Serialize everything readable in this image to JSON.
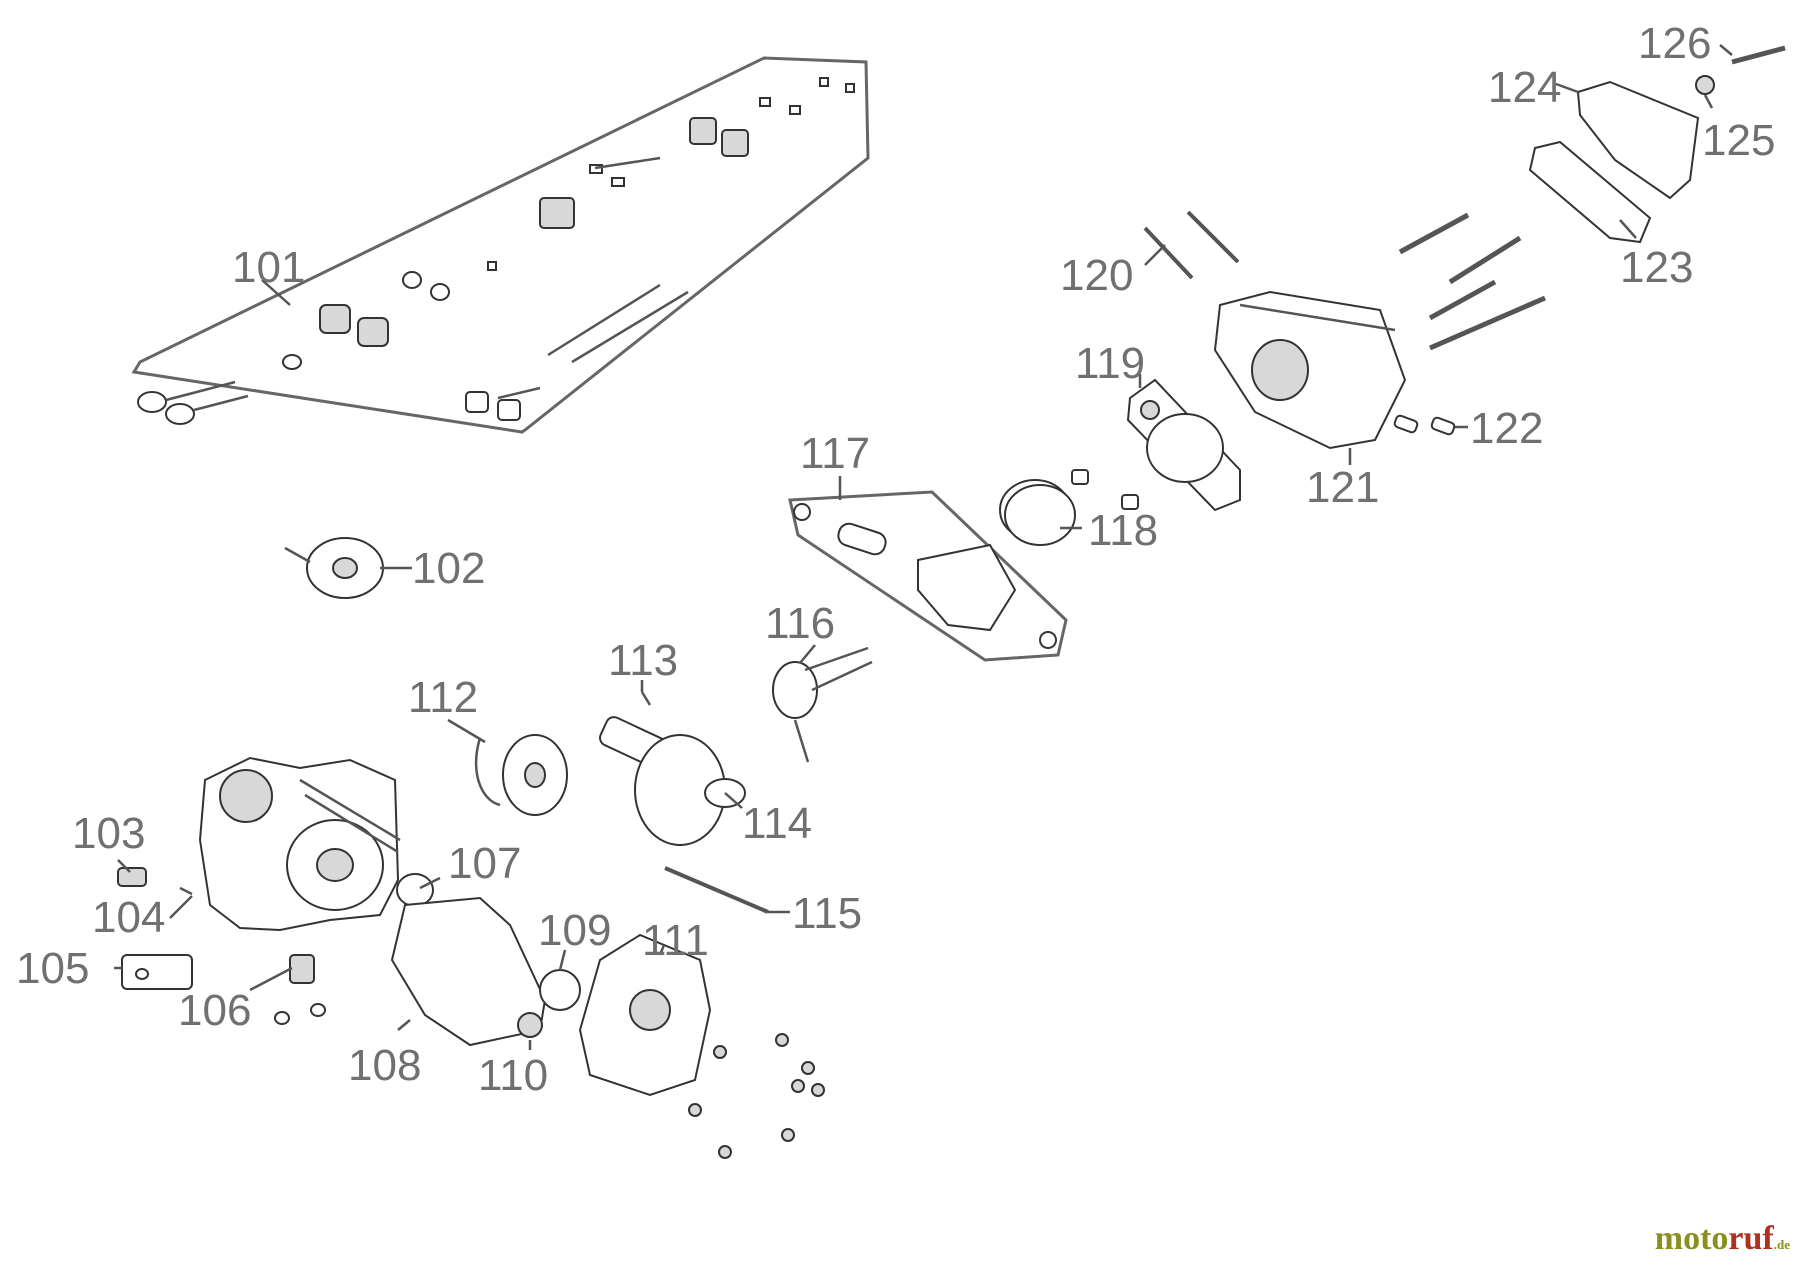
{
  "labels": {
    "p101": "101",
    "p102": "102",
    "p103": "103",
    "p104": "104",
    "p105": "105",
    "p106": "106",
    "p107": "107",
    "p108": "108",
    "p109": "109",
    "p110": "110",
    "p111": "111",
    "p112": "112",
    "p113": "113",
    "p114": "114",
    "p115": "115",
    "p116": "116",
    "p117": "117",
    "p118": "118",
    "p119": "119",
    "p120": "120",
    "p121": "121",
    "p122": "122",
    "p123": "123",
    "p124": "124",
    "p125": "125",
    "p126": "126"
  },
  "logo": {
    "part1": "moto",
    "part2": "ruf",
    "part3": ".de"
  }
}
